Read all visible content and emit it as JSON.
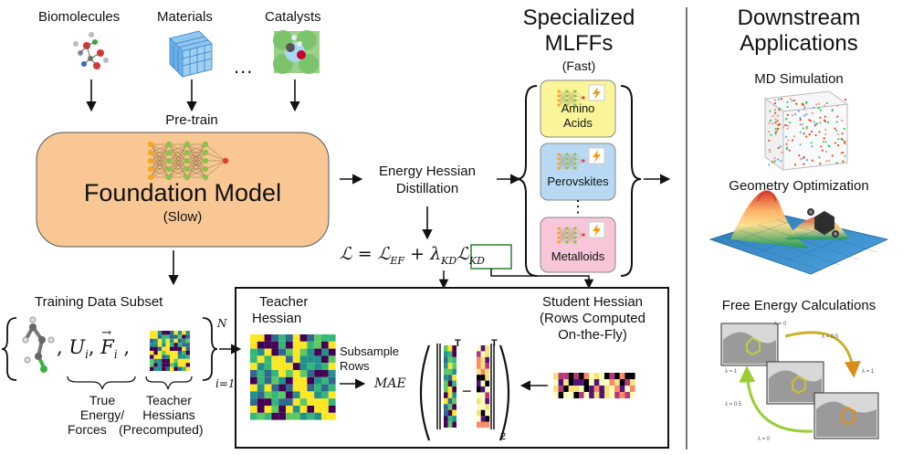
{
  "sources": {
    "biomolecules": "Biomolecules",
    "materials": "Materials",
    "catalysts": "Catalysts",
    "ellipsis": "..."
  },
  "pretrain": "Pre-train",
  "foundation": {
    "title": "Foundation Model",
    "speed": "(Slow)",
    "box_color": "#f9c794"
  },
  "distillation": {
    "line1": "Energy Hessian",
    "line2": "Distillation"
  },
  "loss": {
    "L": "ℒ",
    "eq": "=",
    "L_ef": "ℒ",
    "sub_ef": "EF",
    "plus": "+",
    "lambda": "λ",
    "sub_lambda": "KD",
    "L_kd": "ℒ",
    "sub_kd": "KD"
  },
  "specialized": {
    "title_line1": "Specialized",
    "title_line2": "MLFFs",
    "speed": "(Fast)",
    "items": [
      {
        "line1": "Amino",
        "line2": "Acids",
        "color": "#fbf59a"
      },
      {
        "line1": "Perovskites",
        "line2": "",
        "color": "#b9d8f3"
      },
      {
        "line1": "Metalloids",
        "line2": "",
        "color": "#f7c6d9"
      }
    ],
    "vdots": "⋮"
  },
  "downstream": {
    "title_line1": "Downstream",
    "title_line2": "Applications",
    "apps": [
      "MD Simulation",
      "Geometry Optimization",
      "Free Energy Calculations"
    ],
    "lambda_labels": [
      "λ = 0",
      "λ = 0.5",
      "λ = 1",
      "λ = 1",
      "λ = 0.5",
      "λ = 0"
    ]
  },
  "training": {
    "title": "Training Data Subset",
    "U": "U",
    "sub_i": "i",
    "F": "F",
    "comma": ",",
    "sup_N": "N",
    "sub_range": "i=1",
    "label_true": [
      "True",
      "Energy/",
      "Forces"
    ],
    "label_teacher": [
      "Teacher",
      "Hessians",
      "(Precomputed)"
    ]
  },
  "bottom_box": {
    "teacher_title": [
      "Teacher",
      "Hessian"
    ],
    "subsample": [
      "Subsample",
      "Rows"
    ],
    "mae": "MAE",
    "transpose": "T",
    "minus": "−",
    "norm_sub": "2",
    "student_title": [
      "Student Hessian",
      "(Rows Computed",
      "On-the-Fly)"
    ]
  },
  "colors": {
    "viridis_dark": "#440154",
    "viridis_blue": "#31688e",
    "viridis_green": "#35b779",
    "viridis_yellow": "#fde725",
    "loss_box_border": "#2e7d32",
    "nn_orange": "#f5a623",
    "nn_green": "#8bc34a",
    "nn_red": "#e53935"
  }
}
